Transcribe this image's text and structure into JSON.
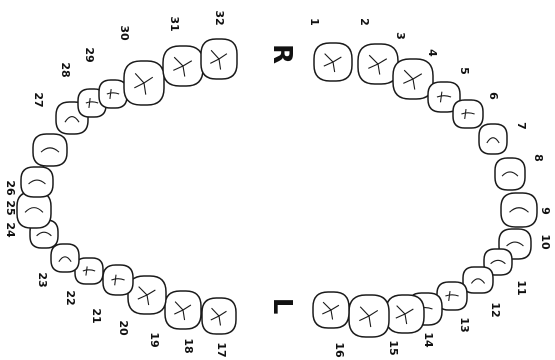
{
  "diagram": {
    "side_labels": {
      "right": "R",
      "left": "L"
    },
    "teeth": [
      {
        "number": "1",
        "type": "molar"
      },
      {
        "number": "2",
        "type": "molar"
      },
      {
        "number": "3",
        "type": "molar"
      },
      {
        "number": "4",
        "type": "premolar"
      },
      {
        "number": "5",
        "type": "premolar"
      },
      {
        "number": "6",
        "type": "canine"
      },
      {
        "number": "7",
        "type": "incisor"
      },
      {
        "number": "8",
        "type": "incisor"
      },
      {
        "number": "9",
        "type": "incisor"
      },
      {
        "number": "10",
        "type": "incisor"
      },
      {
        "number": "11",
        "type": "canine"
      },
      {
        "number": "12",
        "type": "premolar"
      },
      {
        "number": "13",
        "type": "premolar"
      },
      {
        "number": "14",
        "type": "molar"
      },
      {
        "number": "15",
        "type": "molar"
      },
      {
        "number": "16",
        "type": "molar"
      },
      {
        "number": "17",
        "type": "molar"
      },
      {
        "number": "18",
        "type": "molar"
      },
      {
        "number": "19",
        "type": "molar"
      },
      {
        "number": "20",
        "type": "premolar"
      },
      {
        "number": "21",
        "type": "premolar"
      },
      {
        "number": "22",
        "type": "canine"
      },
      {
        "number": "23",
        "type": "incisor"
      },
      {
        "number": "24",
        "type": "incisor"
      },
      {
        "number": "25",
        "type": "incisor"
      },
      {
        "number": "26",
        "type": "incisor"
      },
      {
        "number": "27",
        "type": "canine"
      },
      {
        "number": "28",
        "type": "premolar"
      },
      {
        "number": "29",
        "type": "premolar"
      },
      {
        "number": "30",
        "type": "molar"
      },
      {
        "number": "31",
        "type": "molar"
      },
      {
        "number": "32",
        "type": "molar"
      }
    ]
  }
}
